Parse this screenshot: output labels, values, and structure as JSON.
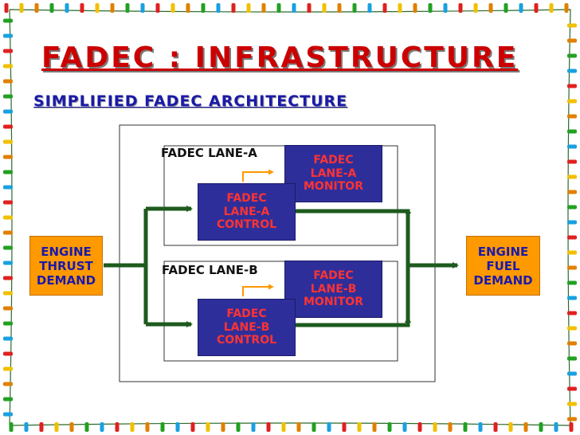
{
  "header": {
    "title": "FADEC : INFRASTRUCTURE",
    "subtitle": "SIMPLIFIED FADEC ARCHITECTURE"
  },
  "diagram": {
    "lane_a": {
      "label": "FADEC LANE-A",
      "monitor": [
        "FADEC",
        "LANE-A",
        "MONITOR"
      ],
      "control": [
        "FADEC",
        "LANE-A",
        "CONTROL"
      ]
    },
    "lane_b": {
      "label": "FADEC LANE-B",
      "monitor": [
        "FADEC",
        "LANE-B",
        "MONITOR"
      ],
      "control": [
        "FADEC",
        "LANE-B",
        "CONTROL"
      ]
    },
    "input": [
      "ENGINE",
      "THRUST",
      "DEMAND"
    ],
    "output": [
      "ENGINE",
      "FUEL",
      "DEMAND"
    ]
  },
  "colors": {
    "title": "#cc0000",
    "subtitle": "#1a1aaa",
    "box_blue": "#2e2e9a",
    "box_text_red": "#ff3333",
    "io_orange": "#ff9900",
    "main_arrow": "#1e5a1e",
    "feedback_arrow": "#ff9900"
  },
  "border_decoration": "christmas-lights"
}
